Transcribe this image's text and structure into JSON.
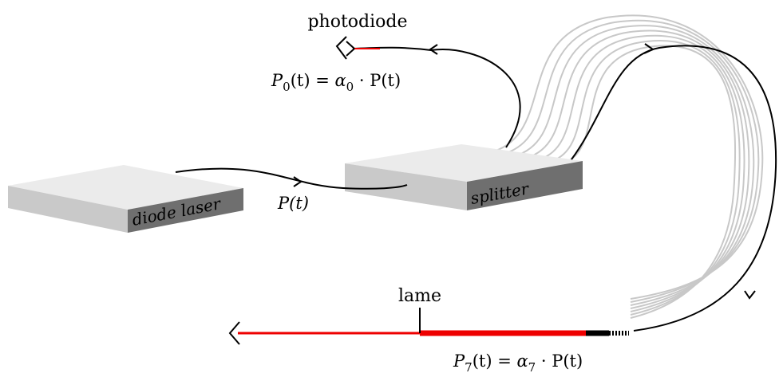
{
  "labels": {
    "photodiode": "photodiode",
    "diode_laser": "diode laser",
    "splitter": "splitter",
    "lame": "lame"
  },
  "formulas": {
    "p_t": "P(t)",
    "p0": {
      "lhs": "P",
      "lhs_sub": "0",
      "eq": "(t) = ",
      "alpha": "α",
      "alpha_sub": "0",
      "rhs": " · P(t)"
    },
    "p7": {
      "lhs": "P",
      "lhs_sub": "7",
      "eq": "(t) = ",
      "alpha": "α",
      "alpha_sub": "7",
      "rhs": " · P(t)"
    }
  },
  "colors": {
    "fiber": "#000000",
    "fiber_gray": "#c8c8c8",
    "red_fiber": "#ee0000",
    "box_top": "#ebebeb",
    "box_front": "#c9c9c9",
    "box_side": "#6f6f6f"
  }
}
